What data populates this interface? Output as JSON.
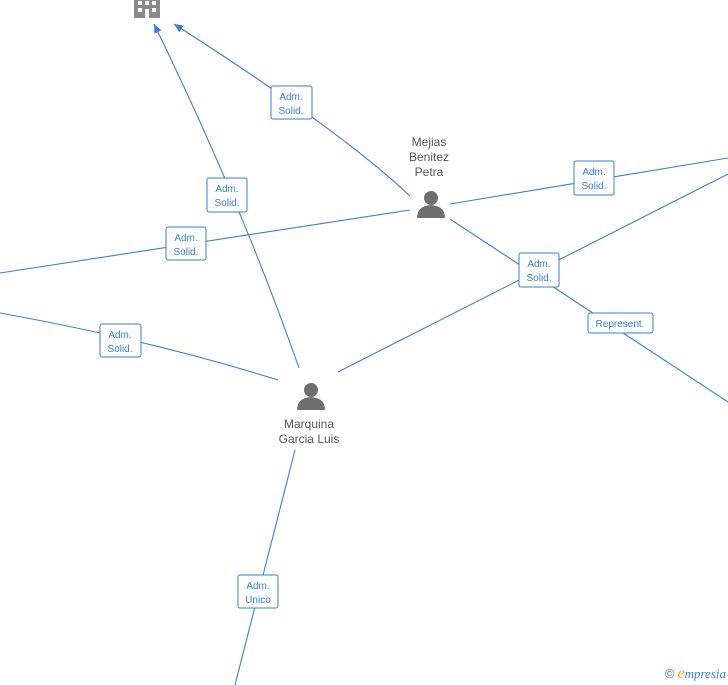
{
  "nodes": {
    "company": {
      "icon": "building-icon"
    },
    "mejias": {
      "name_lines": [
        "Mejias",
        "Benitez",
        "Petra"
      ],
      "icon": "person-icon"
    },
    "marquina": {
      "name_lines": [
        "Marquina",
        "Garcia Luis"
      ],
      "icon": "person-icon"
    }
  },
  "edge_labels": [
    {
      "lines": [
        "Adm.",
        "Solid."
      ]
    },
    {
      "lines": [
        "Adm.",
        "Solid."
      ]
    },
    {
      "lines": [
        "Adm.",
        "Solid."
      ]
    },
    {
      "lines": [
        "Adm.",
        "Solid."
      ]
    },
    {
      "lines": [
        "Adm.",
        "Solid."
      ]
    },
    {
      "lines": [
        "Adm.",
        "Solid."
      ]
    },
    {
      "lines": [
        "Represent."
      ]
    },
    {
      "lines": [
        "Adm.",
        "Unico"
      ]
    }
  ],
  "brand": {
    "copyright": "©",
    "e": "e",
    "name": "mpresia"
  },
  "colors": {
    "edge": "#3a7fd5",
    "icon": "#6f6f6f"
  }
}
